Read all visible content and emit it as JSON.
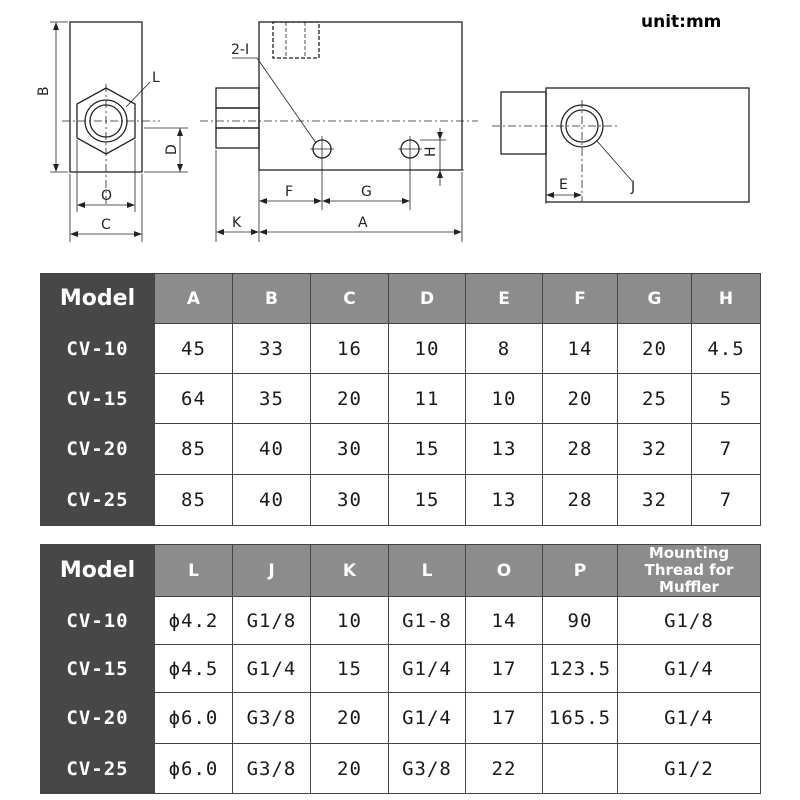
{
  "unit_label": "unit:mm",
  "drawing_labels": {
    "B": "B",
    "L": "L",
    "O": "O",
    "C": "C",
    "D": "D",
    "port": "2-I",
    "F": "F",
    "G": "G",
    "H": "H",
    "K": "K",
    "A": "A",
    "E": "E",
    "J": "J"
  },
  "table1": {
    "headers": [
      "Model",
      "A",
      "B",
      "C",
      "D",
      "E",
      "F",
      "G",
      "H"
    ],
    "rows": [
      [
        "CV-10",
        "45",
        "33",
        "16",
        "10",
        "8",
        "14",
        "20",
        "4.5"
      ],
      [
        "CV-15",
        "64",
        "35",
        "20",
        "11",
        "10",
        "20",
        "25",
        "5"
      ],
      [
        "CV-20",
        "85",
        "40",
        "30",
        "15",
        "13",
        "28",
        "32",
        "7"
      ],
      [
        "CV-25",
        "85",
        "40",
        "30",
        "15",
        "13",
        "28",
        "32",
        "7"
      ]
    ]
  },
  "table2": {
    "headers": [
      "Model",
      "L",
      "J",
      "K",
      "L",
      "O",
      "P",
      "Mounting Thread for Muffler"
    ],
    "rows": [
      [
        "CV-10",
        "ϕ4.2",
        "G1/8",
        "10",
        "G1-8",
        "14",
        "90",
        "G1/8"
      ],
      [
        "CV-15",
        "ϕ4.5",
        "G1/4",
        "15",
        "G1/4",
        "17",
        "123.5",
        "G1/4"
      ],
      [
        "CV-20",
        "ϕ6.0",
        "G3/8",
        "20",
        "G1/4",
        "17",
        "165.5",
        "G1/4"
      ],
      [
        "CV-25",
        "ϕ6.0",
        "G3/8",
        "20",
        "G3/8",
        "22",
        "",
        "G1/2"
      ]
    ]
  }
}
